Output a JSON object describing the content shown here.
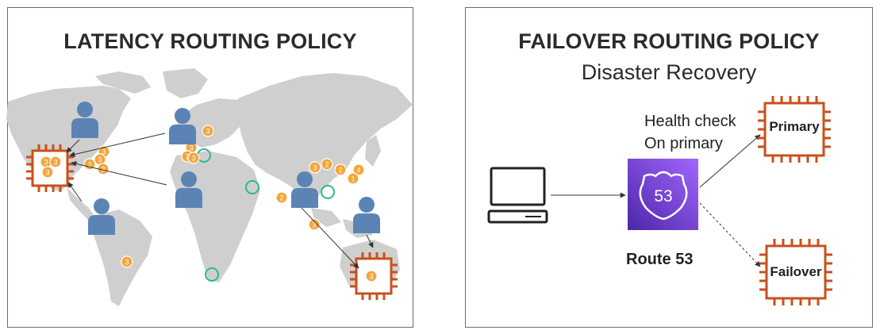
{
  "left": {
    "title": "LATENCY ROUTING POLICY",
    "badges": [
      "3",
      "3",
      "3",
      "3",
      "3",
      "3",
      "3",
      "2",
      "3",
      "3",
      "3",
      "3",
      "2",
      "2",
      "4",
      "1",
      "2",
      "3",
      "3",
      "3"
    ]
  },
  "right": {
    "title": "FAILOVER ROUTING POLICY",
    "subtitle": "Disaster Recovery",
    "health_check_line1": "Health check",
    "health_check_line2": "On primary",
    "route53_label": "Route 53",
    "route53_icon_text": "53",
    "primary_label": "Primary",
    "failover_label": "Failover"
  },
  "colors": {
    "map_gray": "#cfcfcf",
    "user_blue": "#5b84b5",
    "chip_orange": "#c8511b",
    "badge_orange": "#f3a53b",
    "endpoint_green": "#2eb88a",
    "route53_purple": "#7b3fe4"
  }
}
